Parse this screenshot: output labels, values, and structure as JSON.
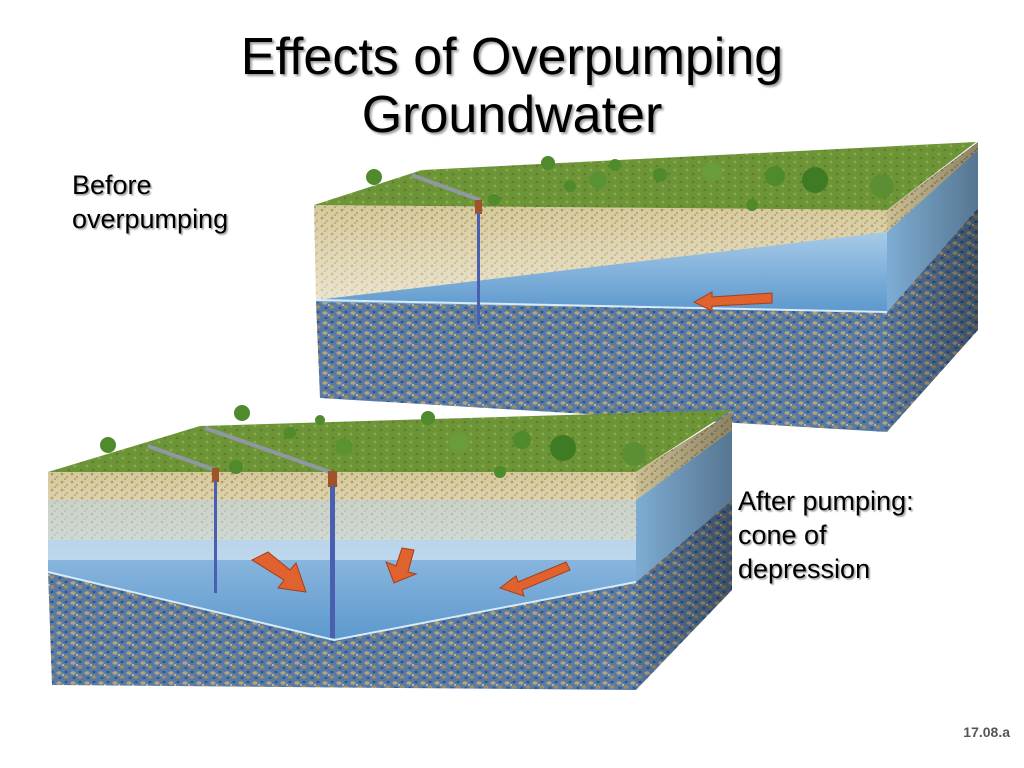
{
  "title": {
    "line1": "Effects of Overpumping",
    "line2": "Groundwater"
  },
  "labels": {
    "before_line1": "Before",
    "before_line2": "overpumping",
    "after_line1": "After pumping:",
    "after_line2": "cone of",
    "after_line3": "depression"
  },
  "figure_number": "17.08.a",
  "colors": {
    "grass": "#6f9a3a",
    "soil": "#cdbf8f",
    "water": "#5f9fd2",
    "rock": "#5b7aa3",
    "arrow": "#e0622f",
    "well": "#4a5fb0"
  }
}
